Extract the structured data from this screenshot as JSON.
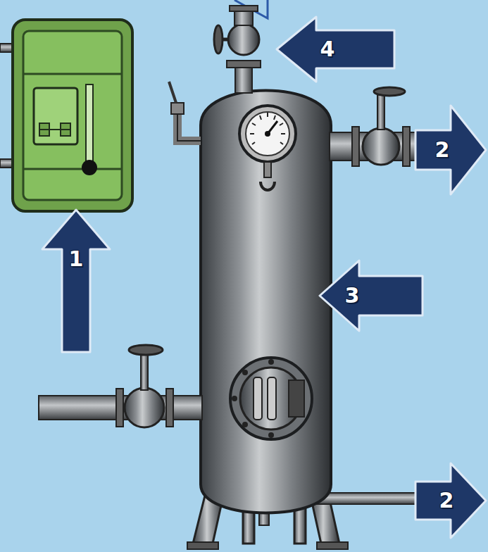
{
  "diagram": {
    "nodes": [
      {
        "text": [
          "4"
        ]
      },
      {
        "text": [
          "2"
        ]
      },
      {
        "text": [
          "1"
        ]
      },
      {
        "text": [
          "3"
        ]
      },
      {
        "text": [
          "2"
        ]
      }
    ]
  }
}
